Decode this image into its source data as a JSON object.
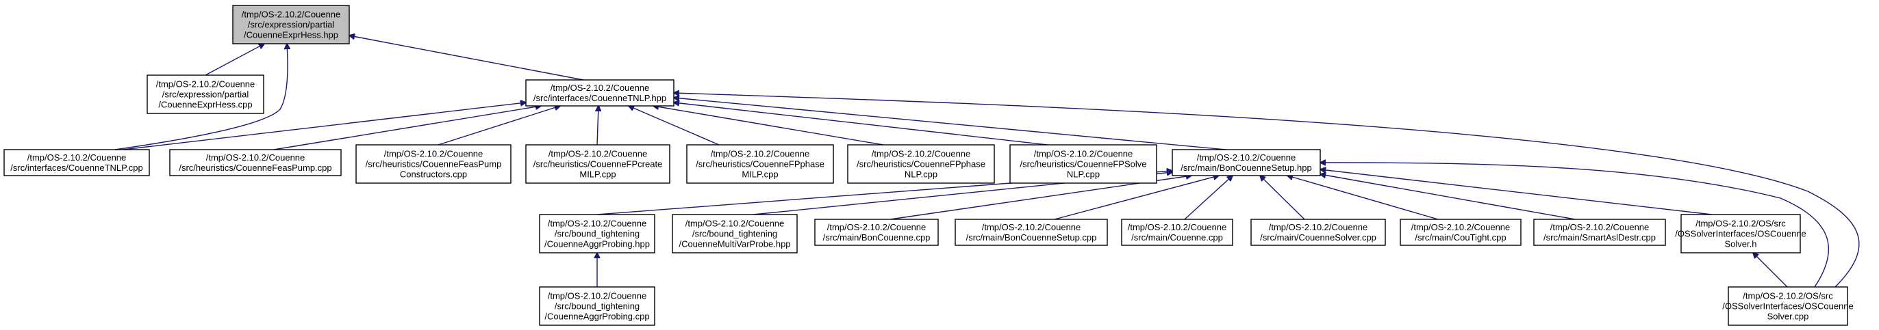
{
  "diagram": {
    "nodes": [
      {
        "id": "root",
        "lines": [
          "/tmp/OS-2.10.2/Couenne",
          "/src/expression/partial",
          "/CouenneExprHess.hpp"
        ],
        "highlight": true
      },
      {
        "id": "exprhess_cpp",
        "lines": [
          "/tmp/OS-2.10.2/Couenne",
          "/src/expression/partial",
          "/CouenneExprHess.cpp"
        ]
      },
      {
        "id": "tnlp_hpp",
        "lines": [
          "/tmp/OS-2.10.2/Couenne",
          "/src/interfaces/CouenneTNLP.hpp"
        ]
      },
      {
        "id": "tnlp_cpp",
        "lines": [
          "/tmp/OS-2.10.2/Couenne",
          "/src/interfaces/CouenneTNLP.cpp"
        ]
      },
      {
        "id": "feaspump_cpp",
        "lines": [
          "/tmp/OS-2.10.2/Couenne",
          "/src/heuristics/CouenneFeasPump.cpp"
        ]
      },
      {
        "id": "feaspump_ctor",
        "lines": [
          "/tmp/OS-2.10.2/Couenne",
          "/src/heuristics/CouenneFeasPump",
          "Constructors.cpp"
        ]
      },
      {
        "id": "fpcreate",
        "lines": [
          "/tmp/OS-2.10.2/Couenne",
          "/src/heuristics/CouenneFPcreate",
          "MILP.cpp"
        ]
      },
      {
        "id": "fpphase_milp",
        "lines": [
          "/tmp/OS-2.10.2/Couenne",
          "/src/heuristics/CouenneFPphase",
          "MILP.cpp"
        ]
      },
      {
        "id": "fpphase_nlp",
        "lines": [
          "/tmp/OS-2.10.2/Couenne",
          "/src/heuristics/CouenneFPphase",
          "NLP.cpp"
        ]
      },
      {
        "id": "fpsolve_nlp",
        "lines": [
          "/tmp/OS-2.10.2/Couenne",
          "/src/heuristics/CouenneFPSolve",
          "NLP.cpp"
        ]
      },
      {
        "id": "setup_hpp",
        "lines": [
          "/tmp/OS-2.10.2/Couenne",
          "/src/main/BonCouenneSetup.hpp"
        ]
      },
      {
        "id": "aggrprobing_hpp",
        "lines": [
          "/tmp/OS-2.10.2/Couenne",
          "/src/bound_tightening",
          "/CouenneAggrProbing.hpp"
        ]
      },
      {
        "id": "multivarprobe_hpp",
        "lines": [
          "/tmp/OS-2.10.2/Couenne",
          "/src/bound_tightening",
          "/CouenneMultiVarProbe.hpp"
        ]
      },
      {
        "id": "boncouenne_cpp",
        "lines": [
          "/tmp/OS-2.10.2/Couenne",
          "/src/main/BonCouenne.cpp"
        ]
      },
      {
        "id": "boncouennesetup_cpp",
        "lines": [
          "/tmp/OS-2.10.2/Couenne",
          "/src/main/BonCouenneSetup.cpp"
        ]
      },
      {
        "id": "couenne_cpp",
        "lines": [
          "/tmp/OS-2.10.2/Couenne",
          "/src/main/Couenne.cpp"
        ]
      },
      {
        "id": "couennesolver_cpp",
        "lines": [
          "/tmp/OS-2.10.2/Couenne",
          "/src/main/CouenneSolver.cpp"
        ]
      },
      {
        "id": "coutight_cpp",
        "lines": [
          "/tmp/OS-2.10.2/Couenne",
          "/src/main/CouTight.cpp"
        ]
      },
      {
        "id": "smartasl_cpp",
        "lines": [
          "/tmp/OS-2.10.2/Couenne",
          "/src/main/SmartAslDestr.cpp"
        ]
      },
      {
        "id": "oscouennesolver_h",
        "lines": [
          "/tmp/OS-2.10.2/OS/src",
          "/OSSolverInterfaces/OSCouenne",
          "Solver.h"
        ]
      },
      {
        "id": "aggrprobing_cpp",
        "lines": [
          "/tmp/OS-2.10.2/Couenne",
          "/src/bound_tightening",
          "/CouenneAggrProbing.cpp"
        ]
      },
      {
        "id": "oscouennesolver_cpp",
        "lines": [
          "/tmp/OS-2.10.2/OS/src",
          "/OSSolverInterfaces/OSCouenne",
          "Solver.cpp"
        ]
      }
    ],
    "edges": [
      {
        "from": "exprhess_cpp",
        "to": "root"
      },
      {
        "from": "tnlp_hpp",
        "to": "root"
      },
      {
        "from": "tnlp_cpp",
        "to": "root"
      },
      {
        "from": "tnlp_cpp",
        "to": "tnlp_hpp"
      },
      {
        "from": "feaspump_cpp",
        "to": "tnlp_hpp"
      },
      {
        "from": "feaspump_ctor",
        "to": "tnlp_hpp"
      },
      {
        "from": "fpcreate",
        "to": "tnlp_hpp"
      },
      {
        "from": "fpphase_milp",
        "to": "tnlp_hpp"
      },
      {
        "from": "fpphase_nlp",
        "to": "tnlp_hpp"
      },
      {
        "from": "fpsolve_nlp",
        "to": "tnlp_hpp"
      },
      {
        "from": "setup_hpp",
        "to": "tnlp_hpp"
      },
      {
        "from": "oscouennesolver_cpp",
        "to": "tnlp_hpp"
      },
      {
        "from": "aggrprobing_hpp",
        "to": "setup_hpp"
      },
      {
        "from": "multivarprobe_hpp",
        "to": "setup_hpp"
      },
      {
        "from": "boncouenne_cpp",
        "to": "setup_hpp"
      },
      {
        "from": "boncouennesetup_cpp",
        "to": "setup_hpp"
      },
      {
        "from": "couenne_cpp",
        "to": "setup_hpp"
      },
      {
        "from": "couennesolver_cpp",
        "to": "setup_hpp"
      },
      {
        "from": "coutight_cpp",
        "to": "setup_hpp"
      },
      {
        "from": "smartasl_cpp",
        "to": "setup_hpp"
      },
      {
        "from": "oscouennesolver_h",
        "to": "setup_hpp"
      },
      {
        "from": "oscouennesolver_cpp",
        "to": "setup_hpp"
      },
      {
        "from": "aggrprobing_cpp",
        "to": "aggrprobing_hpp"
      },
      {
        "from": "oscouennesolver_cpp",
        "to": "oscouennesolver_h"
      }
    ],
    "colors": {
      "edge": "#191970",
      "node_border": "#000000",
      "node_fill": "#ffffff",
      "root_fill": "#bfbfbf",
      "background": "#ffffff"
    }
  }
}
